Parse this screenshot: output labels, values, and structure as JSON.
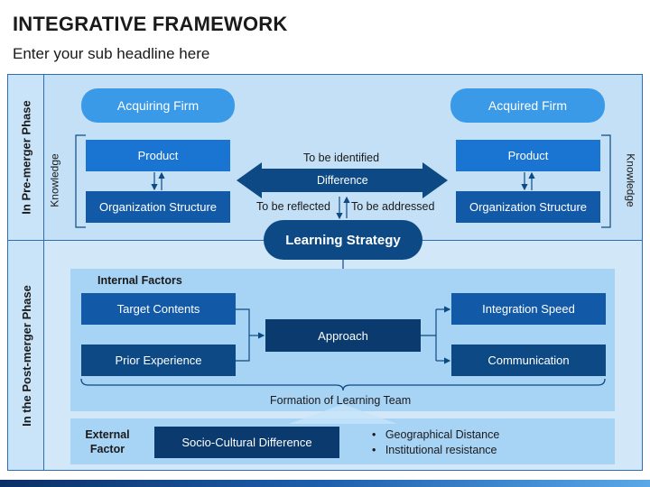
{
  "header": {
    "title": "INTEGRATIVE FRAMEWORK",
    "subtitle": "Enter your sub headline here"
  },
  "phases": {
    "pre_merger": "In Pre-merger Phase",
    "post_merger": "In the Post-merger Phase"
  },
  "pre_merger": {
    "acquiring_firm": "Acquiring Firm",
    "acquired_firm": "Acquired Firm",
    "product": "Product",
    "organization_structure": "Organization Structure",
    "knowledge": "Knowledge",
    "to_be_identified": "To be identified",
    "difference": "Difference",
    "to_be_reflected": "To be reflected",
    "to_be_addressed": "To be addressed",
    "learning_strategy": "Learning Strategy"
  },
  "post_merger": {
    "internal_factors": "Internal Factors",
    "target_contents": "Target Contents",
    "prior_experience": "Prior Experience",
    "approach": "Approach",
    "integration_speed": "Integration Speed",
    "communication": "Communication",
    "formation": "Formation of Learning Team",
    "external_factor_line1": "External",
    "external_factor_line2": "Factor",
    "socio_cultural": "Socio-Cultural Difference",
    "bullets": [
      "Geographical Distance",
      "Institutional resistance"
    ]
  },
  "colors": {
    "accent": "#1a75d2",
    "dark": "#0d4a85",
    "pill": "#3b9ae8",
    "panel": "#c4e0f6"
  }
}
